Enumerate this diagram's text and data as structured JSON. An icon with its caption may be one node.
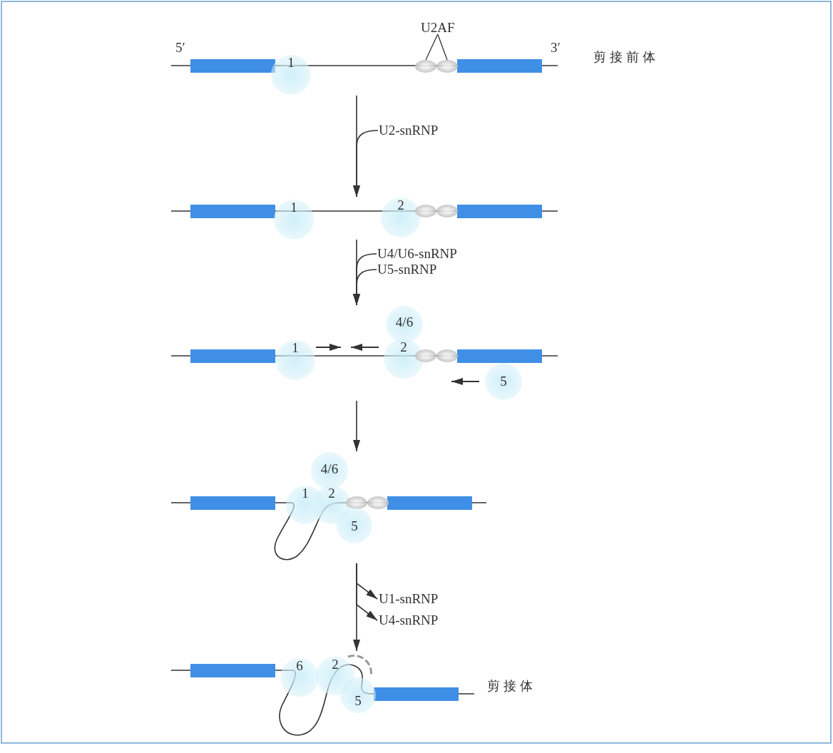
{
  "diagram": {
    "nodes": [
      {
        "text": [
          "U2AF"
        ]
      },
      {
        "text": [],
        "shape": "picture",
        "beside": [
          "剪接前体"
        ]
      },
      {
        "text": [
          "1"
        ],
        "in": 1
      },
      {
        "text": [],
        "shape": "circle",
        "in": 1
      },
      {
        "text": [],
        "shape": "circle",
        "in": 1
      },
      {
        "text": [
          "U2-snRNP"
        ]
      },
      {
        "text": [],
        "shape": "picture"
      },
      {
        "text": [
          "1"
        ],
        "in": 6
      },
      {
        "text": [
          "2"
        ],
        "in": 6
      },
      {
        "text": [],
        "shape": "circle",
        "in": 6
      },
      {
        "text": [],
        "shape": "circle",
        "in": 6
      },
      {
        "text": [
          "U4/U6-snRNP"
        ]
      },
      {
        "text": [
          "U5-snRNP"
        ]
      },
      {
        "text": [],
        "shape": "picture"
      },
      {
        "text": [
          "4/6"
        ],
        "in": 13
      },
      {
        "text": [
          "1"
        ],
        "in": 13
      },
      {
        "text": [
          "2"
        ],
        "in": 13
      },
      {
        "text": [],
        "shape": "circle",
        "in": 13
      },
      {
        "text": [],
        "shape": "circle",
        "in": 13
      },
      {
        "text": [
          "5"
        ],
        "in": 13
      },
      {
        "text": [],
        "shape": "picture"
      },
      {
        "text": [
          "4/6"
        ],
        "in": 20
      },
      {
        "text": [
          "1"
        ],
        "in": 20
      },
      {
        "text": [
          "2"
        ],
        "in": 20
      },
      {
        "text": [],
        "shape": "circle",
        "in": 20
      },
      {
        "text": [],
        "shape": "circle",
        "in": 20
      },
      {
        "text": [
          "5"
        ],
        "in": 20
      },
      {
        "text": [
          "U1-snRNP"
        ]
      },
      {
        "text": [
          "U4-snRNP"
        ]
      },
      {
        "text": [],
        "shape": "picture",
        "beside": [
          "剪接体"
        ]
      },
      {
        "text": [
          "6"
        ],
        "in": 29
      },
      {
        "text": [
          "2"
        ],
        "in": 29
      },
      {
        "text": [
          "5"
        ],
        "in": 29
      }
    ],
    "edges": [
      {
        "from": 1,
        "to": 6,
        "arrow": "to"
      },
      {
        "from": 5,
        "to": 6,
        "arrow": "to"
      },
      {
        "from": 6,
        "to": 13,
        "arrow": "to"
      },
      {
        "from": 11,
        "to": 13,
        "arrow": "to"
      },
      {
        "from": 12,
        "to": 13,
        "arrow": "to"
      },
      {
        "from": 13,
        "to": 20,
        "arrow": "to"
      },
      {
        "from": 20,
        "to": 29,
        "arrow": "to"
      },
      {
        "from": 20,
        "to": 27,
        "arrow": "to"
      },
      {
        "from": 20,
        "to": 28,
        "arrow": "to"
      },
      {
        "from": 0,
        "to": 3,
        "arrow": "none"
      },
      {
        "from": 0,
        "to": 4,
        "arrow": "none"
      }
    ],
    "labels": [
      "5′",
      "3′"
    ]
  }
}
